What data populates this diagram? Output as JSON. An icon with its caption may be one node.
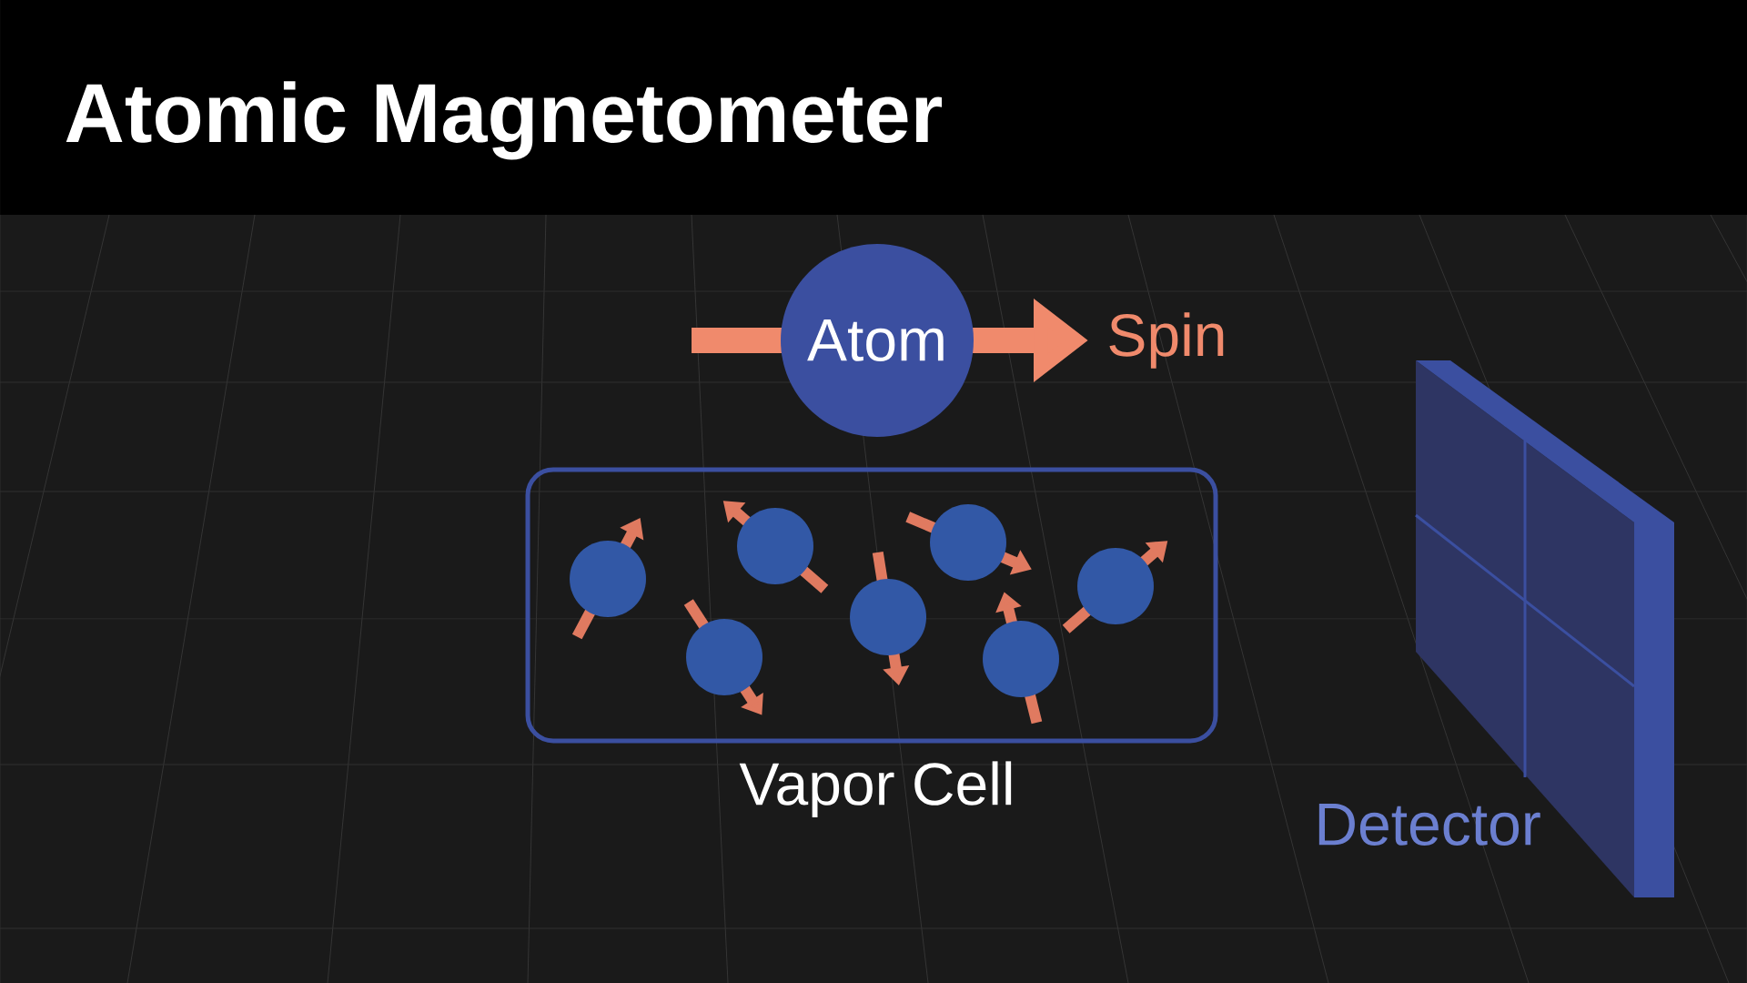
{
  "diagram": {
    "title": "Atomic Magnetometer",
    "nodes": [
      {
        "text": [
          "Atom"
        ]
      },
      {
        "text": [
          "Vapor Cell"
        ]
      },
      {
        "text": [],
        "shape": "circle",
        "in": 1
      },
      {
        "text": [],
        "shape": "circle",
        "in": 1
      },
      {
        "text": [],
        "shape": "circle",
        "in": 1
      },
      {
        "text": [],
        "shape": "circle",
        "in": 1
      },
      {
        "text": [],
        "shape": "circle",
        "in": 1
      },
      {
        "text": [],
        "shape": "circle",
        "in": 1
      },
      {
        "text": [],
        "shape": "circle",
        "in": 1
      },
      {
        "text": [
          "Detector"
        ]
      }
    ],
    "labels": [
      "Spin"
    ]
  }
}
